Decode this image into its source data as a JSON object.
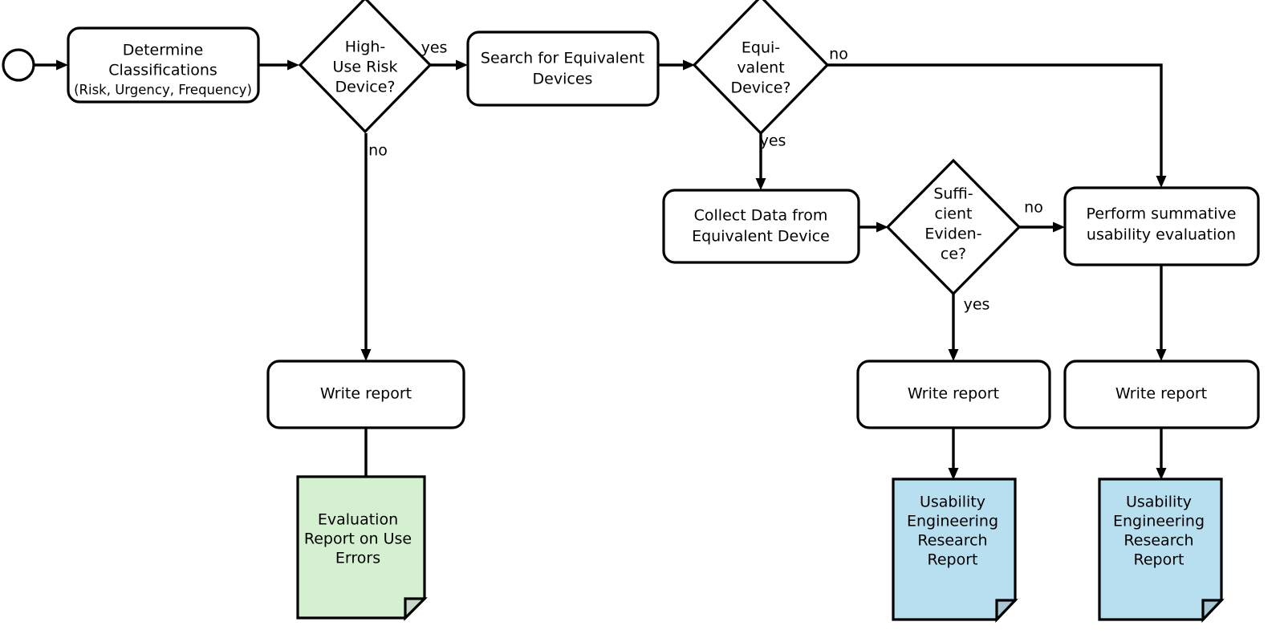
{
  "diagram": {
    "title": "Usability engineering evaluation process flowchart",
    "background_color": "#ffffff",
    "stroke_color": "#000000",
    "colors": {
      "document_green": "#d5f0d0",
      "document_blue": "#b8dff0",
      "process_fill": "#ffffff"
    }
  },
  "nodes": {
    "start": {
      "kind": "start-circle",
      "label": ""
    },
    "determine_classifications": {
      "kind": "process",
      "lines": [
        "Determine",
        "Classifications",
        "(Risk, Urgency, Frequency)"
      ]
    },
    "high_use_risk_device": {
      "kind": "decision",
      "lines": [
        "High-",
        "Use Risk",
        "Device?"
      ]
    },
    "search_equivalent_devices": {
      "kind": "process",
      "lines": [
        "Search for Equivalent",
        "Devices"
      ]
    },
    "equivalent_device": {
      "kind": "decision",
      "lines": [
        "Equi-",
        "valent",
        "Device?"
      ]
    },
    "collect_data": {
      "kind": "process",
      "lines": [
        "Collect Data from",
        "Equivalent Device"
      ]
    },
    "sufficient_evidence": {
      "kind": "decision",
      "lines": [
        "Suffi-",
        "cient",
        "Eviden-",
        "ce?"
      ]
    },
    "perform_summative": {
      "kind": "process",
      "lines": [
        "Perform summative",
        "usability evaluation"
      ]
    },
    "write_report_left": {
      "kind": "process",
      "lines": [
        "Write report"
      ]
    },
    "write_report_middle": {
      "kind": "process",
      "lines": [
        "Write report"
      ]
    },
    "write_report_right": {
      "kind": "process",
      "lines": [
        "Write report"
      ]
    },
    "evaluation_report": {
      "kind": "document",
      "color": "#d5f0d0",
      "lines": [
        "Evaluation",
        "Report on Use",
        "Errors"
      ]
    },
    "uer_report_middle": {
      "kind": "document",
      "color": "#b8dff0",
      "lines": [
        "Usability",
        "Engineering",
        "Research",
        "Report"
      ]
    },
    "uer_report_right": {
      "kind": "document",
      "color": "#b8dff0",
      "lines": [
        "Usability",
        "Engineering",
        "Research",
        "Report"
      ]
    }
  },
  "edge_labels": {
    "high_use_risk_yes": "yes",
    "high_use_risk_no": "no",
    "equivalent_device_no": "no",
    "equivalent_device_yes": "yes",
    "sufficient_evidence_no": "no",
    "sufficient_evidence_yes": "yes"
  }
}
